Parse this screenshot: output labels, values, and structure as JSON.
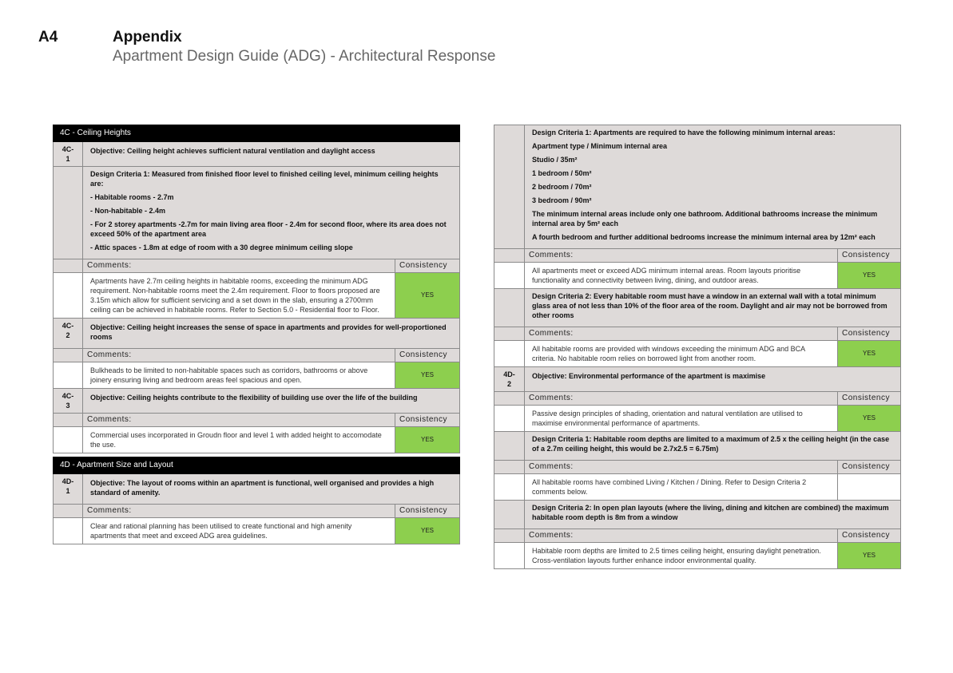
{
  "header": {
    "code": "A4",
    "title": "Appendix",
    "subtitle": "Apartment Design Guide (ADG) - Architectural Response"
  },
  "comments_label": "Comments:",
  "consistency_label": "Consistency",
  "left": [
    {
      "type": "section",
      "text": "4C - Ceiling Heights"
    },
    {
      "type": "objective",
      "code": "4C-1",
      "text": "Objective: Ceiling height achieves sufficient natural ventilation and daylight access"
    },
    {
      "type": "criteria",
      "lines": [
        "Design Criteria 1: Measured from finished floor level to finished ceiling level, minimum ceiling heights are:",
        "- Habitable rooms - 2.7m",
        "- Non-habitable - 2.4m",
        "- For 2 storey apartments -2.7m for main living area floor - 2.4m for second floor, where its area does not exceed 50% of the apartment area",
        "- Attic spaces - 1.8m at edge of room with a 30 degree minimum ceiling slope"
      ]
    },
    {
      "type": "ch"
    },
    {
      "type": "comment",
      "text": "Apartments have 2.7m ceiling heights in habitable rooms, exceeding the minimum ADG requirement. Non-habitable rooms meet the 2.4m requirement. Floor to floors proposed are 3.15m which allow for sufficient servicing and a set down in the slab, ensuring a 2700mm ceiling can be achieved in habitable rooms. Refer to Section 5.0 - Residential floor to Floor.",
      "consistency": "YES"
    },
    {
      "type": "objective",
      "code": "4C-2",
      "text": "Objective: Ceiling height increases the sense of space in apartments and provides for well-proportioned rooms"
    },
    {
      "type": "ch"
    },
    {
      "type": "comment",
      "text": "Bulkheads to be limited to non-habitable spaces such as corridors, bathrooms or above joinery ensuring living and bedroom areas feel spacious and open.",
      "consistency": "YES"
    },
    {
      "type": "objective",
      "code": "4C-3",
      "text": "Objective: Ceiling heights contribute to the flexibility of building use over the life of the building"
    },
    {
      "type": "ch"
    },
    {
      "type": "comment",
      "text": "Commercial uses incorporated in Groudn floor and level 1 with added height to accomodate the use.",
      "consistency": "YES"
    },
    {
      "type": "gap"
    },
    {
      "type": "section",
      "text": "4D - Apartment Size and Layout"
    },
    {
      "type": "objective",
      "code": "4D-1",
      "text": "Objective: The layout of rooms within an apartment is functional, well organised and provides a high standard of amenity."
    },
    {
      "type": "ch"
    },
    {
      "type": "comment",
      "text": "Clear and rational planning has been utilised to create functional and high amenity apartments that meet and exceed ADG area guidelines.",
      "consistency": "YES"
    }
  ],
  "right": [
    {
      "type": "criteria",
      "lines": [
        "Design Criteria 1: Apartments are required to have the following minimum internal areas:",
        "Apartment type / Minimum internal area",
        "Studio / 35m²",
        "1 bedroom / 50m²",
        "2 bedroom / 70m²",
        "3 bedroom / 90m²",
        "The minimum internal areas include only one bathroom. Additional bathrooms increase the minimum internal area by 5m² each",
        "A fourth bedroom and further additional bedrooms increase the minimum internal area by 12m² each"
      ]
    },
    {
      "type": "ch"
    },
    {
      "type": "comment",
      "text": "All apartments meet or exceed ADG minimum internal areas. Room layouts prioritise functionality and connectivity between living, dining, and outdoor areas.",
      "consistency": "YES"
    },
    {
      "type": "criteria",
      "lines": [
        "Design Criteria 2: Every habitable room must have a window in an external wall with a total minimum glass area of not less than 10% of the floor area of the room. Daylight and air may not be borrowed from other rooms"
      ]
    },
    {
      "type": "ch"
    },
    {
      "type": "comment",
      "text": "All habitable rooms are provided with windows exceeding the minimum ADG and BCA criteria. No habitable room relies on borrowed light from another room.",
      "consistency": "YES"
    },
    {
      "type": "objective",
      "code": "4D-2",
      "text": "Objective: Environmental performance of the apartment is maximise"
    },
    {
      "type": "ch"
    },
    {
      "type": "comment",
      "text": "Passive design principles of shading, orientation and natural ventilation are utilised to maximise environmental performance of apartments.",
      "consistency": "YES"
    },
    {
      "type": "criteria",
      "lines": [
        "Design Criteria 1: Habitable room depths are limited to a maximum of 2.5 x the ceiling height (in the case of a 2.7m ceiling height, this would be 2.7x2.5 = 6.75m)"
      ]
    },
    {
      "type": "ch"
    },
    {
      "type": "comment",
      "text": "All habitable rooms have combined Living / Kitchen / Dining. Refer to Design Criteria 2 comments below.",
      "consistency": ""
    },
    {
      "type": "criteria",
      "lines": [
        "Design Criteria 2: In open plan layouts (where the living, dining and kitchen are combined) the maximum habitable room depth is 8m from a window"
      ]
    },
    {
      "type": "ch"
    },
    {
      "type": "comment",
      "text": "Habitable room depths are limited to 2.5 times ceiling height, ensuring daylight penetration. Cross-ventilation layouts further enhance indoor environmental quality.",
      "consistency": "YES"
    }
  ],
  "colors": {
    "header_bg": "#000000",
    "grey": "#dedad9",
    "yes_green": "#8dcf4e"
  }
}
